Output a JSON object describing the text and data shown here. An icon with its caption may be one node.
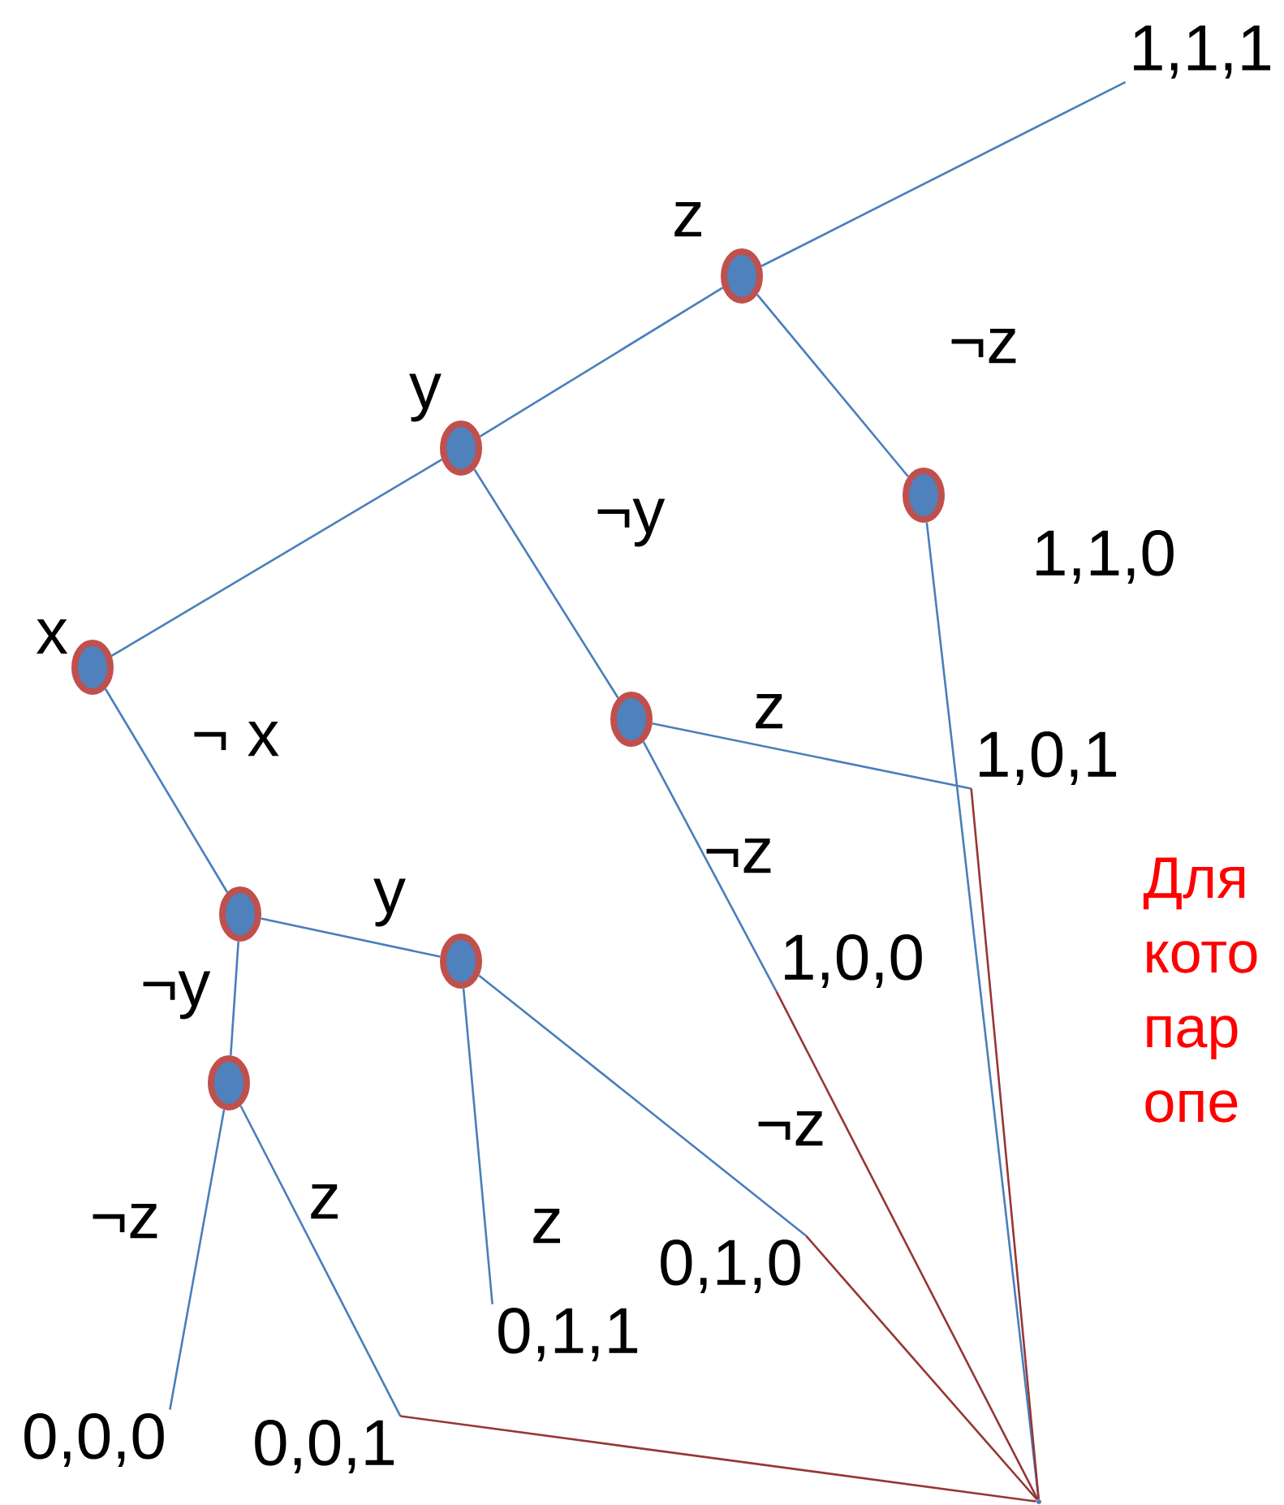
{
  "diagram": {
    "nodes": [
      {
        "text": [],
        "shape": "circle",
        "beside": [
          "x"
        ]
      },
      {
        "text": [],
        "shape": "circle"
      },
      {
        "text": [],
        "shape": "circle"
      },
      {
        "text": [],
        "shape": "circle",
        "beside": [
          "1,1,0"
        ]
      },
      {
        "text": [],
        "shape": "circle"
      },
      {
        "text": [],
        "shape": "circle"
      },
      {
        "text": [],
        "shape": "circle"
      },
      {
        "text": [],
        "shape": "circle"
      },
      {
        "text": [
          "1,1,1"
        ]
      },
      {
        "text": [
          "1,0,1"
        ]
      },
      {
        "text": [
          "1,0,0"
        ]
      },
      {
        "text": [
          "0,1,1"
        ]
      },
      {
        "text": [
          "0,1,0"
        ]
      },
      {
        "text": [
          "0,0,0"
        ]
      },
      {
        "text": [
          "0,0,1"
        ]
      },
      {
        "text": [],
        "shape": "point"
      }
    ],
    "edges": [
      {
        "from": 0,
        "to": 1,
        "arrow": "none",
        "label": "y"
      },
      {
        "from": 1,
        "to": 2,
        "arrow": "none",
        "label": "z"
      },
      {
        "from": 2,
        "to": 8,
        "arrow": "none"
      },
      {
        "from": 2,
        "to": 3,
        "arrow": "none",
        "label": "¬z"
      },
      {
        "from": 1,
        "to": 4,
        "arrow": "none",
        "label": "¬y"
      },
      {
        "from": 4,
        "to": 9,
        "arrow": "none",
        "label": "z"
      },
      {
        "from": 4,
        "to": 10,
        "arrow": "none",
        "label": "¬z"
      },
      {
        "from": 0,
        "to": 5,
        "arrow": "none",
        "label": "¬ x"
      },
      {
        "from": 5,
        "to": 6,
        "arrow": "none",
        "label": "y"
      },
      {
        "from": 5,
        "to": 7,
        "arrow": "none",
        "label": "¬y"
      },
      {
        "from": 6,
        "to": 11,
        "arrow": "none",
        "label": "z"
      },
      {
        "from": 6,
        "to": 12,
        "arrow": "none",
        "label": "¬z"
      },
      {
        "from": 7,
        "to": 13,
        "arrow": "none",
        "label": "¬z"
      },
      {
        "from": 7,
        "to": 14,
        "arrow": "none",
        "label": "z"
      },
      {
        "from": 3,
        "to": 15,
        "arrow": "none"
      },
      {
        "from": 9,
        "to": 15,
        "arrow": "none",
        "color": "#953735"
      },
      {
        "from": 10,
        "to": 15,
        "arrow": "none",
        "color": "#953735"
      },
      {
        "from": 12,
        "to": 15,
        "arrow": "none",
        "color": "#953735"
      },
      {
        "from": 14,
        "to": 15,
        "arrow": "none",
        "color": "#953735"
      }
    ],
    "labels": [
      "Для кото пар опе"
    ]
  }
}
